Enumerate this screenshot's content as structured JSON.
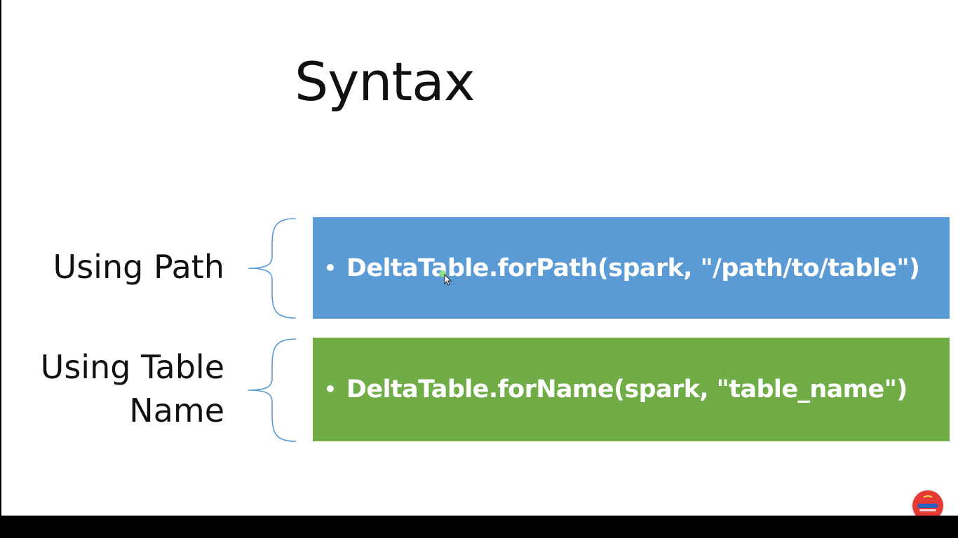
{
  "slide": {
    "title": "Syntax",
    "rows": [
      {
        "label_line1": "Using Path",
        "label_line2": "",
        "code": "DeltaTable.forPath(spark, \"/path/to/table\")",
        "box_color": "#5b9bd5"
      },
      {
        "label_line1": "Using Table",
        "label_line2": "Name",
        "code": "DeltaTable.forName(spark, \"table_name\")",
        "box_color": "#70ad47"
      }
    ],
    "bullet_glyph": "•",
    "brace_color": "#5b9bd5"
  },
  "overlay": {
    "cursor_icon": "mouse-pointer-icon",
    "logo_icon": "channel-logo-icon",
    "logo_color": "#e53935"
  }
}
